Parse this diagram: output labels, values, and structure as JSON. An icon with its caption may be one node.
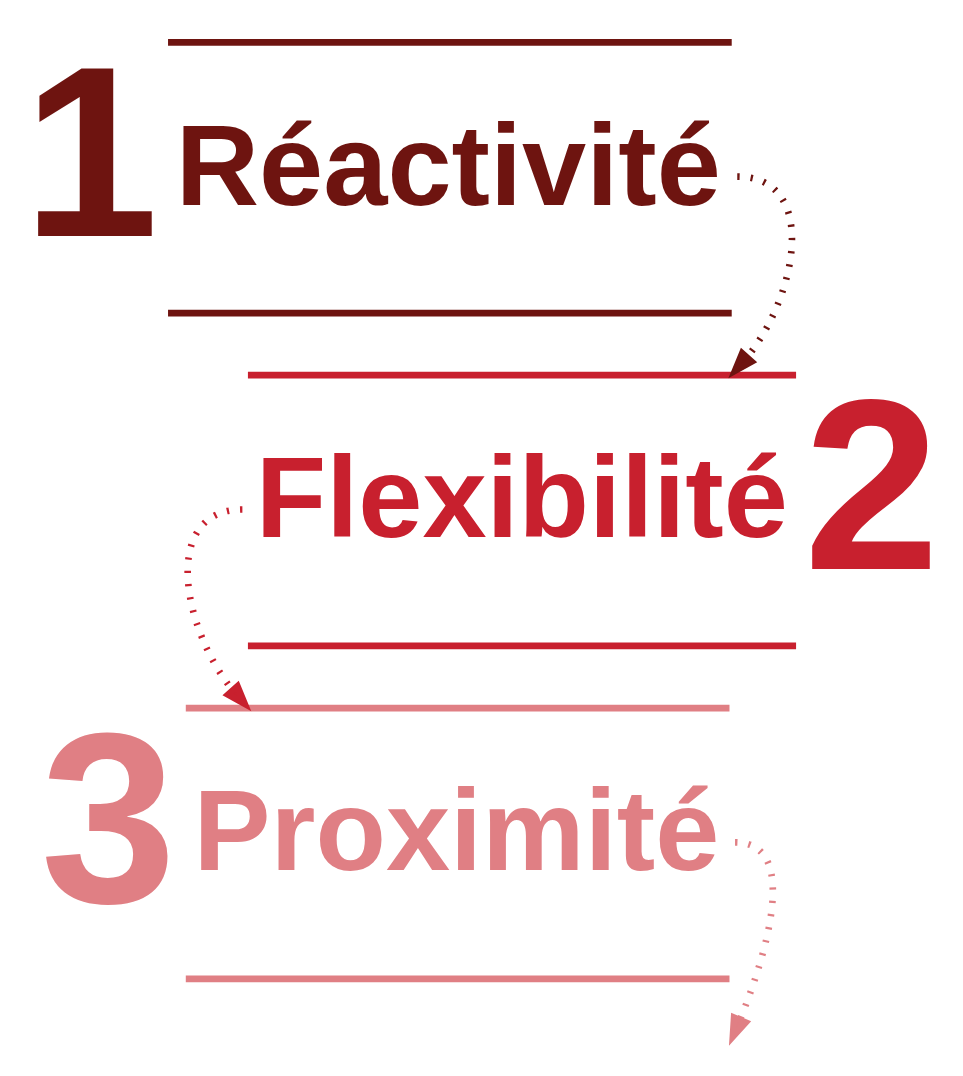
{
  "diagram": {
    "nodes": [
      {
        "text": [
          "1",
          "Réactivité"
        ]
      },
      {
        "text": [
          "Flexibilité",
          "2"
        ]
      },
      {
        "text": [
          "3",
          "Proximité"
        ]
      }
    ],
    "edges": [
      {
        "from": 0,
        "to": 1,
        "arrow": "to",
        "style": "dashed",
        "color": "#6e1410"
      },
      {
        "from": 1,
        "to": 2,
        "arrow": "to",
        "style": "dashed",
        "color": "#c8202e"
      },
      {
        "from": 2,
        "to": null,
        "arrow": "to",
        "style": "dashed",
        "color": "#e07f84"
      }
    ]
  }
}
